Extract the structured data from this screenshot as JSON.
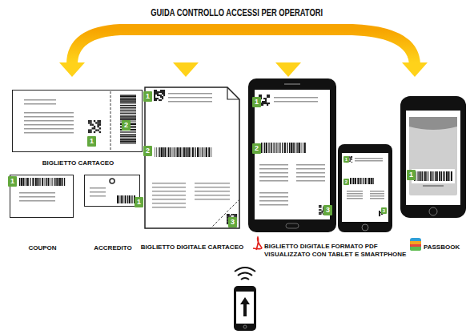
{
  "diagram": {
    "title": "GUIDA CONTROLLO ACCESSI PER OPERATORI",
    "nodes": [
      {
        "text": [
          "BIGLIETTO CARTACEO"
        ]
      },
      {
        "text": [
          "COUPON"
        ]
      },
      {
        "text": [
          "ACCREDITO"
        ]
      },
      {
        "text": [
          "BIGLIETTO DIGITALE CARTACEO"
        ]
      },
      {
        "text": [
          "BIGLIETTO DIGITALE FORMATO PDF VISUALIZZATO CON TABLET E SMARTPHONE"
        ]
      },
      {
        "text": [
          "PASSBOOK"
        ]
      }
    ],
    "labels": [
      "1",
      "2",
      "1",
      "1",
      "1",
      "2",
      "3",
      "1",
      "2",
      "3",
      "1",
      "2",
      "3",
      "1"
    ]
  }
}
